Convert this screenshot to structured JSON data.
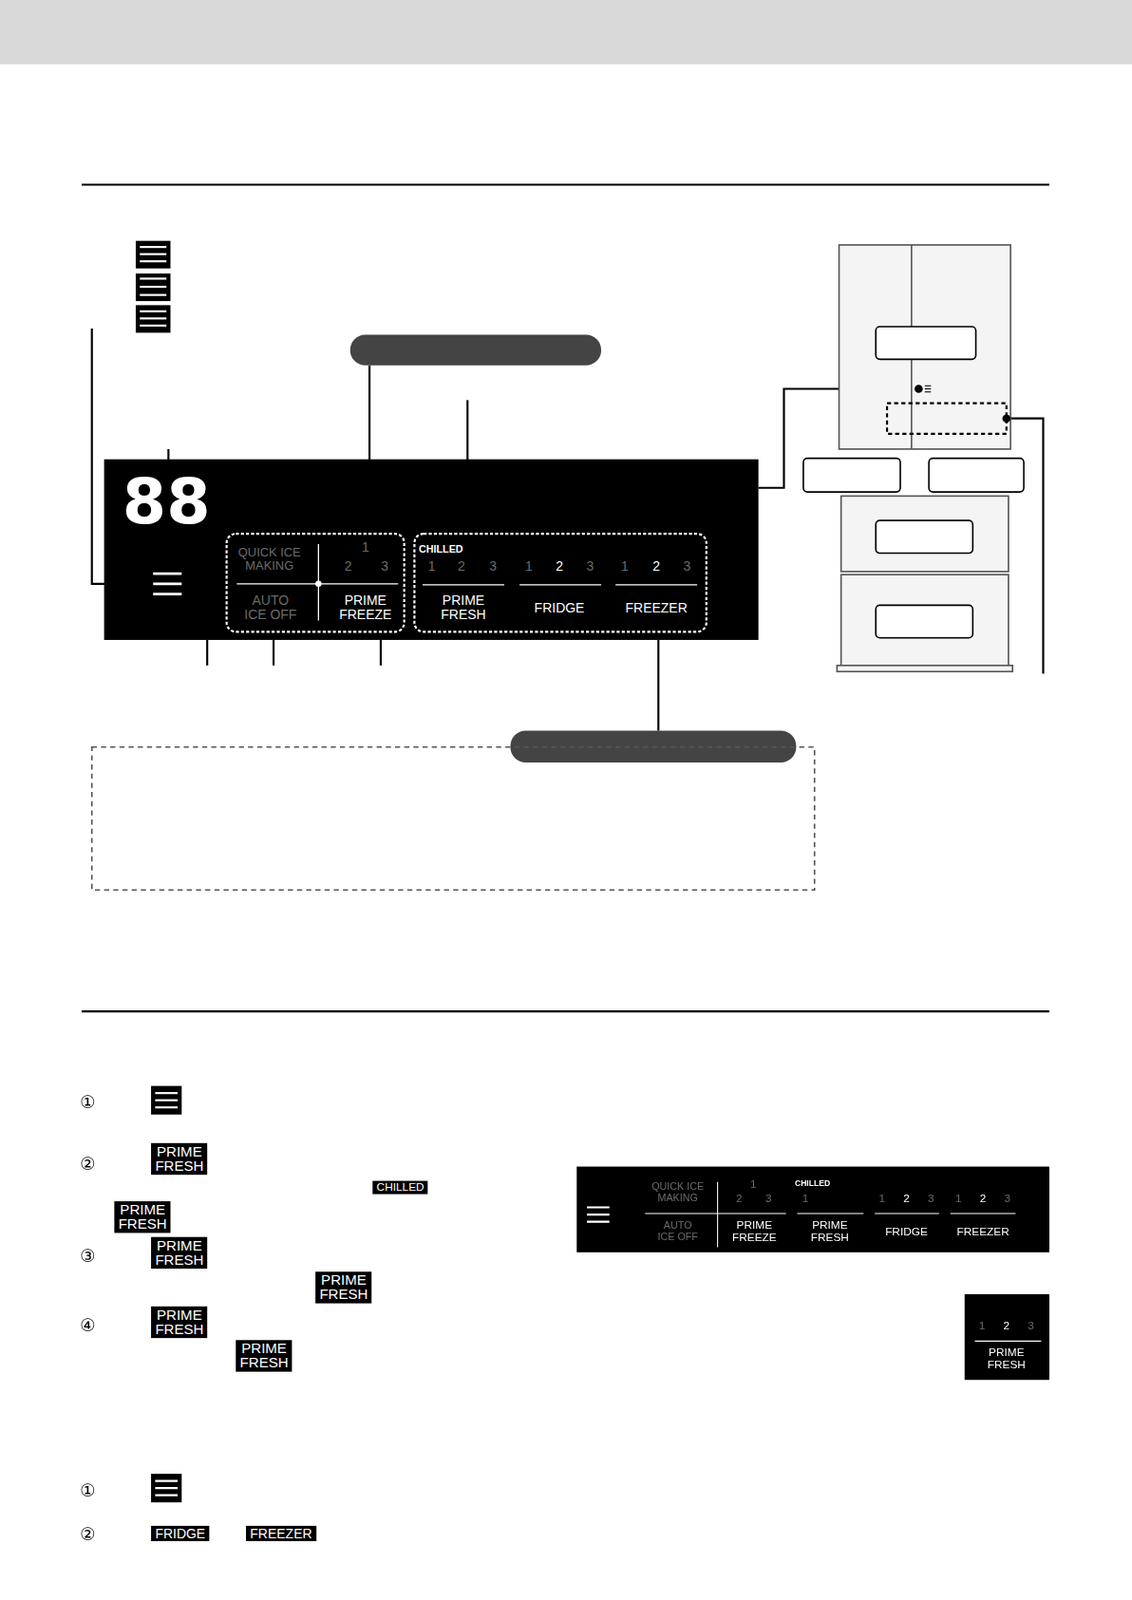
{
  "diagram": {
    "nodes": [
      {
        "text": [
          "88",
          "QUICK ICE MAKING",
          "1",
          "2",
          "3",
          "AUTO ICE OFF",
          "PRIME FREEZE",
          "CHILLED",
          "1",
          "2",
          "3",
          "PRIME FRESH",
          "1",
          "2",
          "3",
          "FRIDGE",
          "1",
          "2",
          "3",
          "FREEZER"
        ]
      },
      {
        "text": [
          "PRIME FRESH"
        ]
      },
      {
        "text": [
          "QUICK ICE MAKING",
          "1",
          "2",
          "3",
          "AUTO ICE OFF",
          "PRIME FREEZE",
          "CHILLED",
          "1",
          "PRIME FRESH",
          "1",
          "2",
          "3",
          "FRIDGE",
          "1",
          "2",
          "3",
          "FREEZER"
        ]
      },
      {
        "text": [
          "CHILLED"
        ]
      },
      {
        "text": [
          "PRIME FRESH"
        ]
      },
      {
        "text": [
          "PRIME FRESH"
        ]
      },
      {
        "text": [
          "PRIME FRESH"
        ]
      },
      {
        "text": [
          "1",
          "2",
          "3",
          "PRIME FRESH"
        ]
      },
      {
        "text": [
          "PRIME FRESH"
        ]
      },
      {
        "text": [
          "PRIME FRESH"
        ]
      },
      {
        "text": [
          "FRIDGE"
        ]
      },
      {
        "text": [
          "FREEZER"
        ]
      }
    ],
    "labels": [
      "①",
      "②",
      "③",
      "④",
      "①",
      "②"
    ]
  }
}
